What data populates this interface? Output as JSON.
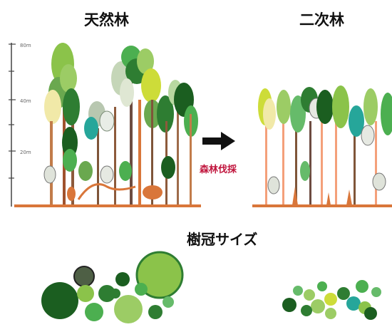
{
  "titles": {
    "natural_forest": "天然林",
    "secondary_forest": "二次林",
    "crown_size": "樹冠サイズ"
  },
  "arrow": {
    "label": "森林伐採"
  },
  "height_axis": {
    "ticks": [
      "80m",
      "40m",
      "20m"
    ]
  },
  "colors": {
    "ground": "#d9763a",
    "arrow": "#111111",
    "arrow_label": "#c0143c",
    "foliage_palette": [
      "#2e7d32",
      "#4caf50",
      "#8bc34a",
      "#cddc39",
      "#f1e9a8",
      "#1b5e20",
      "#9ccc65",
      "#66bb6a",
      "#b8c7b0",
      "#26a69a"
    ]
  }
}
